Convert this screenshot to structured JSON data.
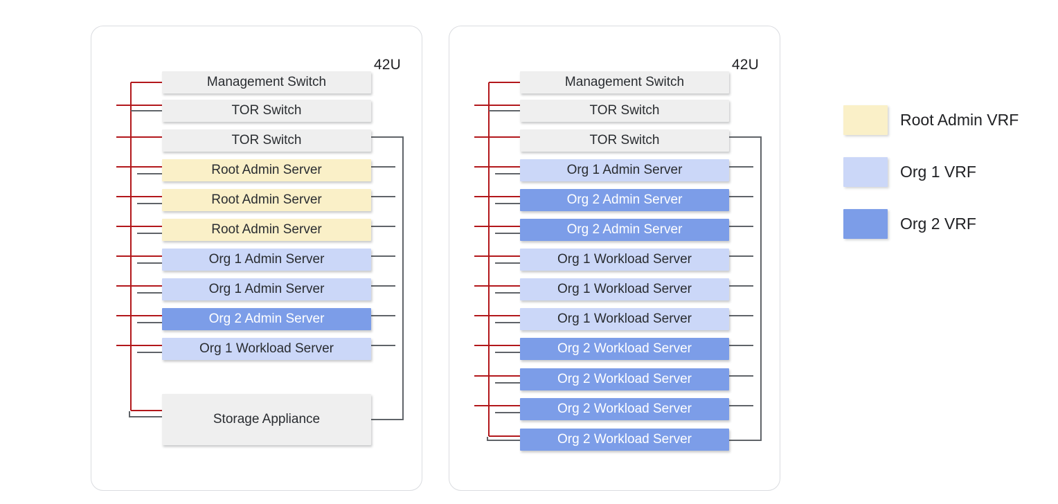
{
  "racks": [
    {
      "capacity_label": "42U",
      "units": [
        {
          "label": "Management Switch",
          "type": "switch"
        },
        {
          "label": "TOR Switch",
          "type": "switch"
        },
        {
          "label": "TOR Switch",
          "type": "switch"
        },
        {
          "label": "Root Admin Server",
          "type": "root-admin"
        },
        {
          "label": "Root Admin Server",
          "type": "root-admin"
        },
        {
          "label": "Root Admin Server",
          "type": "root-admin"
        },
        {
          "label": "Org 1 Admin Server",
          "type": "org1"
        },
        {
          "label": "Org 1 Admin Server",
          "type": "org1"
        },
        {
          "label": "Org 2 Admin Server",
          "type": "org2"
        },
        {
          "label": "Org 1 Workload Server",
          "type": "org1"
        },
        {
          "label": "Storage Appliance",
          "type": "storage"
        }
      ]
    },
    {
      "capacity_label": "42U",
      "units": [
        {
          "label": "Management Switch",
          "type": "switch"
        },
        {
          "label": "TOR Switch",
          "type": "switch"
        },
        {
          "label": "TOR Switch",
          "type": "switch"
        },
        {
          "label": "Org 1 Admin Server",
          "type": "org1"
        },
        {
          "label": "Org 2 Admin Server",
          "type": "org2"
        },
        {
          "label": "Org 2 Admin Server",
          "type": "org2"
        },
        {
          "label": "Org 1 Workload Server",
          "type": "org1"
        },
        {
          "label": "Org 1 Workload Server",
          "type": "org1"
        },
        {
          "label": "Org 1 Workload Server",
          "type": "org1"
        },
        {
          "label": "Org 2 Workload Server",
          "type": "org2"
        },
        {
          "label": "Org 2 Workload Server",
          "type": "org2"
        },
        {
          "label": "Org 2 Workload Server",
          "type": "org2"
        },
        {
          "label": "Org 2 Workload Server",
          "type": "org2"
        }
      ]
    }
  ],
  "legend": {
    "items": [
      {
        "label": "Root Admin VRF",
        "color": "#faf0c8"
      },
      {
        "label": "Org 1 VRF",
        "color": "#cbd7f8"
      },
      {
        "label": "Org 2 VRF",
        "color": "#7c9de8"
      }
    ]
  },
  "colors": {
    "management_network": "#b2171b",
    "data_network": "#5f6368"
  }
}
